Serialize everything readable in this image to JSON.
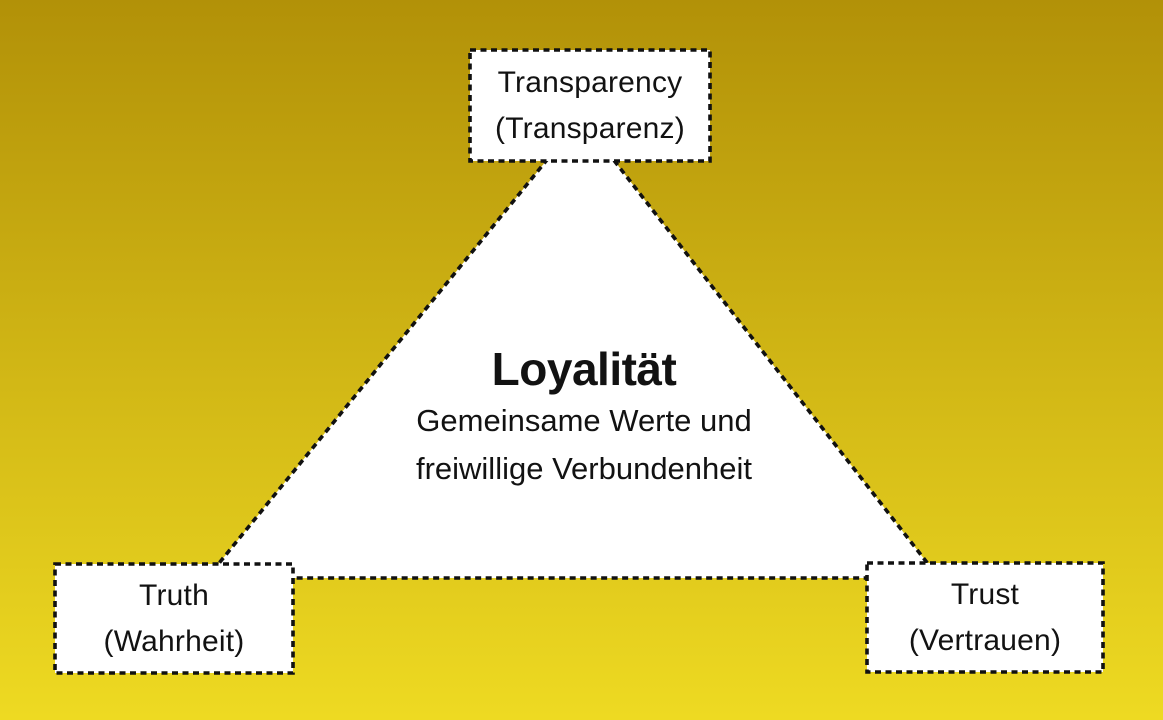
{
  "colors": {
    "background_top": "#b29108",
    "background_bottom": "#eeda22",
    "shape_fill": "#ffffff",
    "border": "#111111",
    "text": "#121212"
  },
  "center": {
    "title": "Loyalität",
    "subtitle_line1": "Gemeinsame Werte und",
    "subtitle_line2": "freiwillige Verbundenheit"
  },
  "nodes": {
    "top": {
      "line1": "Transparency",
      "line2": "(Transparenz)"
    },
    "bottom_left": {
      "line1": "Truth",
      "line2": "(Wahrheit)"
    },
    "bottom_right": {
      "line1": "Trust",
      "line2": "(Vertrauen)"
    }
  }
}
